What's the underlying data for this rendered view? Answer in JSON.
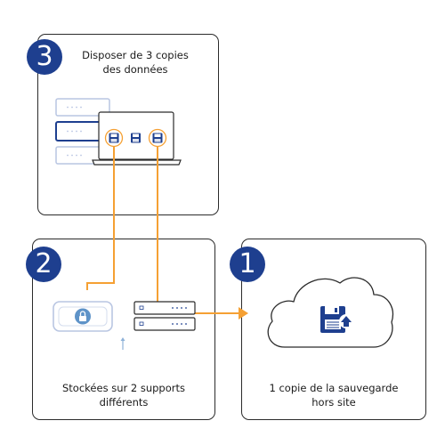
{
  "steps": [
    {
      "number": "3",
      "caption_line1": "Disposer de 3 copies",
      "caption_line2": "des données"
    },
    {
      "number": "2",
      "caption_line1": "Stockées sur 2 supports",
      "caption_line2": "différents"
    },
    {
      "number": "1",
      "caption_line1": "1 copie de la sauvegarde",
      "caption_line2": "hors site"
    }
  ],
  "colors": {
    "badge": "#1e3f8f",
    "accent_blue": "#1e3f8f",
    "connector_orange": "#f5a033",
    "light_blue": "#b9c6e2",
    "border": "#2b2b2b"
  },
  "icons": [
    "server-icon",
    "laptop-icon",
    "floppy-disk-icon",
    "external-drive-icon",
    "lock-icon",
    "cloud-icon",
    "arrow-icon"
  ]
}
